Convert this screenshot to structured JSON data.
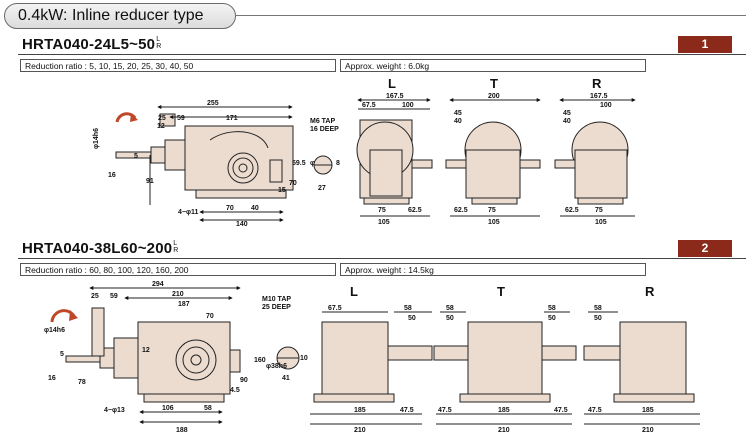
{
  "header": {
    "title": "0.4kW: Inline reducer type"
  },
  "section1": {
    "model": "HRTA040-24L5~50",
    "suffix_top": "L",
    "suffix_bottom": "R",
    "badge": "1",
    "reduction": "Reduction ratio : 5, 10, 15, 20, 25, 30, 40, 50",
    "weight": "Approx. weight : 6.0kg",
    "views": [
      "L",
      "T",
      "R"
    ],
    "dims": {
      "d255": "255",
      "d25": "25",
      "d59": "59",
      "d171": "171",
      "d12": "12",
      "d14h6": "φ14h6",
      "d5": "5",
      "d16": "16",
      "d91": "91",
      "d4_11": "4−φ11",
      "d70": "70",
      "d40": "40",
      "d140": "140",
      "d15": "15",
      "d70b": "70",
      "d59_5": "59.5",
      "tap": "M6 TAP",
      "deep": "16 DEEP",
      "d20h6": "φ20h6",
      "d8": "8",
      "d27": "27",
      "L167": "167.5",
      "L67": "67.5",
      "L100": "100",
      "L75": "75",
      "L62": "62.5",
      "L105": "105",
      "T200": "200",
      "T45": "45",
      "T40": "40",
      "T62": "62.5",
      "T75": "75",
      "T105": "105",
      "R167": "167.5",
      "R100": "100",
      "R45": "45",
      "R40": "40",
      "R75": "75",
      "R62": "62.5",
      "R105": "105"
    }
  },
  "section2": {
    "model": "HRTA040-38L60~200",
    "suffix_top": "L",
    "suffix_bottom": "R",
    "badge": "2",
    "reduction": "Reduction ratio : 60, 80, 100, 120, 160, 200",
    "weight": "Approx. weight : 14.5kg",
    "views": [
      "L",
      "T",
      "R"
    ],
    "dims": {
      "d294": "294",
      "d25": "25",
      "d59": "59",
      "d210": "210",
      "d187": "187",
      "d70": "70",
      "d12": "12",
      "d14h6": "φ14h6",
      "d5": "5",
      "d16": "16",
      "d78": "78",
      "d4_13": "4−φ13",
      "d106": "106",
      "d58": "58",
      "d188": "188",
      "d4_5": "4.5",
      "d90": "90",
      "d160": "160",
      "tap": "M10 TAP",
      "deep": "25 DEEP",
      "d38h6": "φ38h6",
      "d10": "10",
      "d41": "41",
      "L67": "67.5",
      "L58": "58",
      "L50": "50",
      "L185": "185",
      "L47": "47.5",
      "L210": "210",
      "T58a": "58",
      "T50a": "50",
      "T58b": "58",
      "T50b": "50",
      "T47a": "47.5",
      "T185": "185",
      "T47b": "47.5",
      "T210": "210",
      "R58": "58",
      "R50": "50",
      "R47": "47.5",
      "R185": "185",
      "R210": "210"
    }
  },
  "colors": {
    "badge": "#8b2a1a",
    "body": "#ecdcd0",
    "line": "#222222",
    "arrow": "#c0482a"
  }
}
